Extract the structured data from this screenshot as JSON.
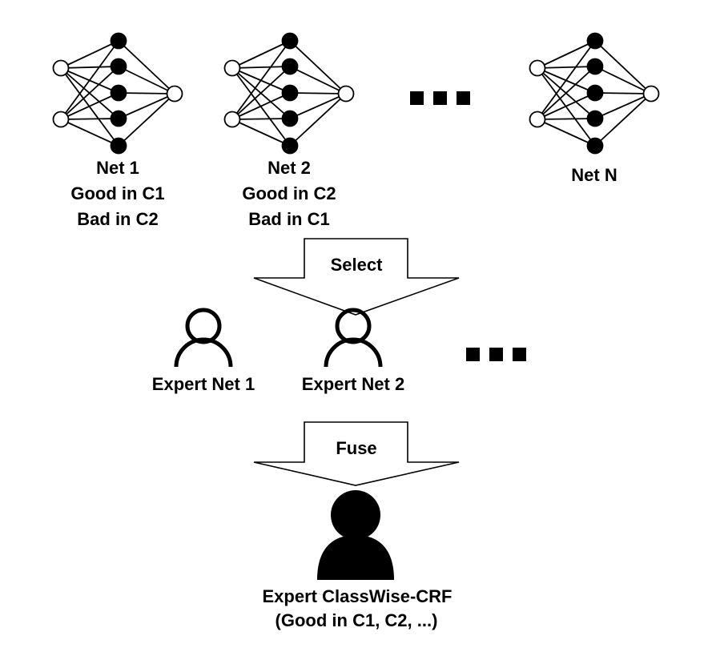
{
  "colors": {
    "ink": "#000000",
    "paper": "#ffffff"
  },
  "networks": [
    {
      "name": "Net 1",
      "lines": [
        "Good in C1",
        "Bad in C2"
      ]
    },
    {
      "name": "Net 2",
      "lines": [
        "Good in C2",
        "Bad in C1"
      ]
    },
    {
      "name": "Net N",
      "lines": []
    }
  ],
  "top_ellipsis": "ellipsis-squares",
  "select_arrow": {
    "label": "Select"
  },
  "experts": [
    {
      "name": "Expert Net 1",
      "icon": "person-outline-icon"
    },
    {
      "name": "Expert Net 2",
      "icon": "person-outline-icon"
    }
  ],
  "middle_ellipsis": "ellipsis-squares",
  "fuse_arrow": {
    "label": "Fuse"
  },
  "final_expert": {
    "name": "Expert ClassWise-CRF",
    "note": "(Good in C1, C2, ...)",
    "icon": "person-filled-icon"
  }
}
